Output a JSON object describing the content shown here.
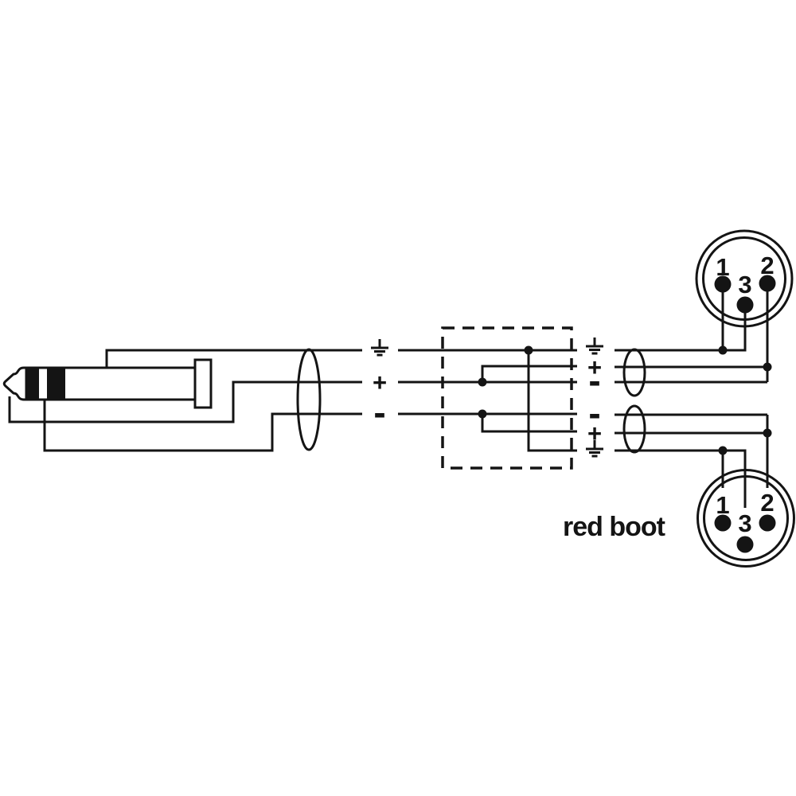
{
  "colors": {
    "ink": "#141414",
    "background": "#ffffff"
  },
  "jack_side": {
    "ground_icon": "ground-icon",
    "plus": "+",
    "minus": "-"
  },
  "xlr_top_side": {
    "ground_icon": "ground-icon",
    "plus": "+",
    "minus": "-",
    "pin1": "1",
    "pin2": "2",
    "pin3": "3"
  },
  "xlr_bottom_side": {
    "ground_icon": "ground-icon",
    "minus": "-",
    "plus": "+",
    "pin1": "1",
    "pin2": "2",
    "pin3": "3"
  },
  "caption": "red boot"
}
